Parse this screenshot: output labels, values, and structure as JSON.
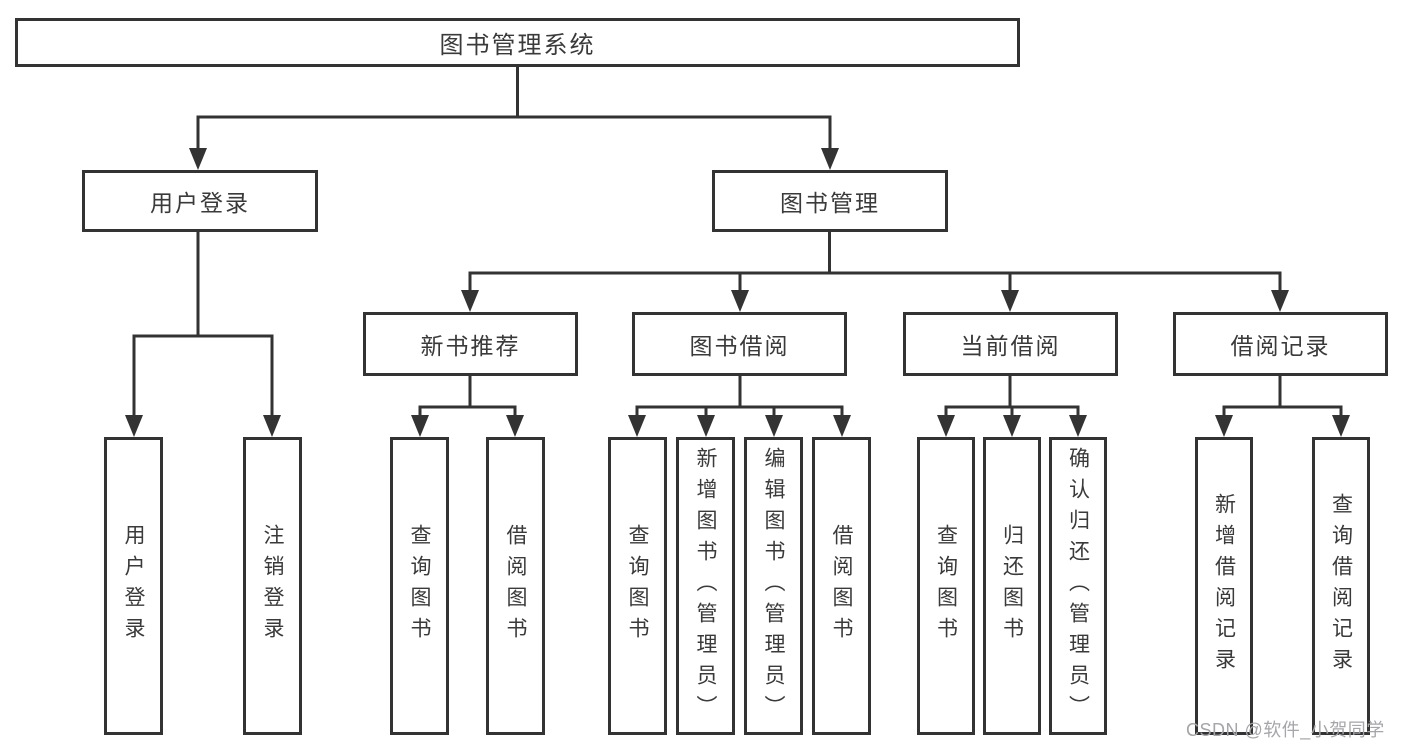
{
  "diagram": {
    "title": "图书管理系统",
    "branches": [
      {
        "label": "用户登录",
        "children": [
          "用户登录",
          "注销登录"
        ]
      },
      {
        "label": "图书管理",
        "modules": [
          {
            "label": "新书推荐",
            "children": [
              "查询图书",
              "借阅图书"
            ]
          },
          {
            "label": "图书借阅",
            "children": [
              "查询图书",
              "新增图书（管理员）",
              "编辑图书（管理员）",
              "借阅图书"
            ]
          },
          {
            "label": "当前借阅",
            "children": [
              "查询图书",
              "归还图书",
              "确认归还（管理员）"
            ]
          },
          {
            "label": "借阅记录",
            "children": [
              "新增借阅记录",
              "查询借阅记录"
            ]
          }
        ]
      }
    ]
  },
  "watermark": {
    "text": "CSDN @软件_小贺同学"
  },
  "colors": {
    "line": "#333333",
    "bg": "#ffffff",
    "wm": "#a5a5aa"
  }
}
